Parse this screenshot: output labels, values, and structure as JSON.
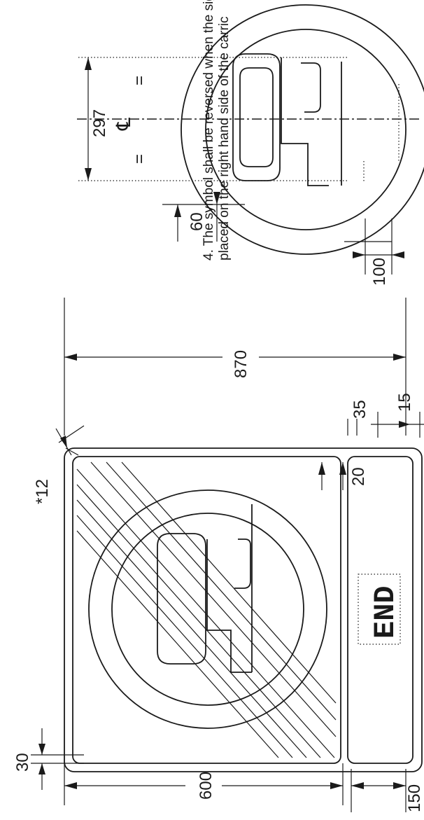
{
  "note": {
    "line1": "4. The symbol shall be reversed when the sig",
    "line2": "placed on the right hand side of the carric"
  },
  "sign": {
    "plate_text": "END"
  },
  "dimensions": {
    "overall_height": "870",
    "main_panel": "600",
    "plate": "150",
    "border": "30",
    "corner_radius": "*12",
    "gap": "20",
    "spacing_35": "35",
    "spacing_15": "15"
  },
  "symbol_detail": {
    "width": "297",
    "equal_left": "=",
    "equal_right": "=",
    "centreline_mark": "℄",
    "offset_60": "60",
    "offset_100": "100"
  }
}
